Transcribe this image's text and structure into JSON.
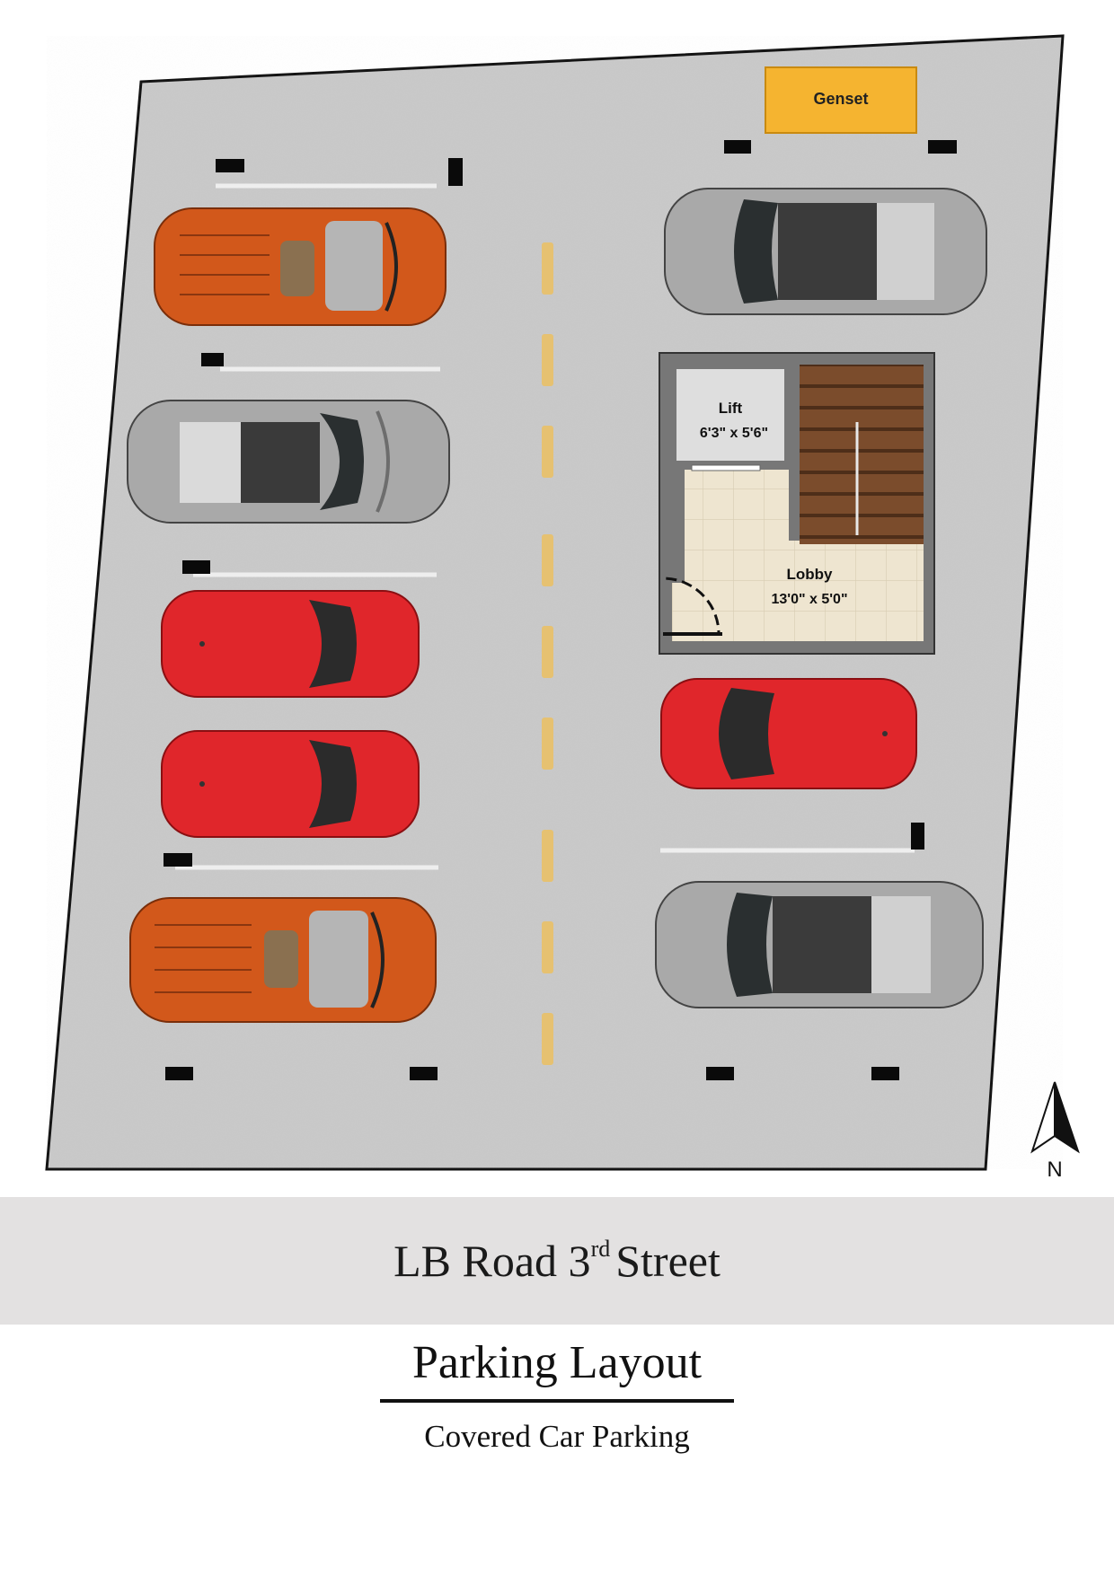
{
  "plan": {
    "genset_label": "Genset",
    "lift_label": "Lift",
    "lift_size": "6'3\" x 5'6\"",
    "lobby_label": "Lobby",
    "lobby_size": "13'0\" x 5'0\"",
    "north_label": "N"
  },
  "cars": [
    {
      "side": "left",
      "color": "orange",
      "hex": "#d2581b"
    },
    {
      "side": "left",
      "color": "silver",
      "hex": "#a9a9a9"
    },
    {
      "side": "left",
      "color": "red",
      "hex": "#e0262b"
    },
    {
      "side": "left",
      "color": "red",
      "hex": "#e0262b"
    },
    {
      "side": "left",
      "color": "orange",
      "hex": "#d2581b"
    },
    {
      "side": "right",
      "color": "silver",
      "hex": "#a9a9a9"
    },
    {
      "side": "right",
      "color": "red",
      "hex": "#e0262b"
    },
    {
      "side": "right",
      "color": "silver",
      "hex": "#a9a9a9"
    }
  ],
  "colors": {
    "floor": "#c9c9c9",
    "genset": "#f5b430",
    "centerline": "#e6c171",
    "stairs": "#7a4a2a",
    "lobby_floor": "#ede4cf"
  },
  "road": {
    "name": "LB Road 3",
    "ordinal_suffix": "rd",
    "street_word": "Street"
  },
  "title": {
    "main": "Parking Layout",
    "sub": "Covered Car Parking"
  }
}
